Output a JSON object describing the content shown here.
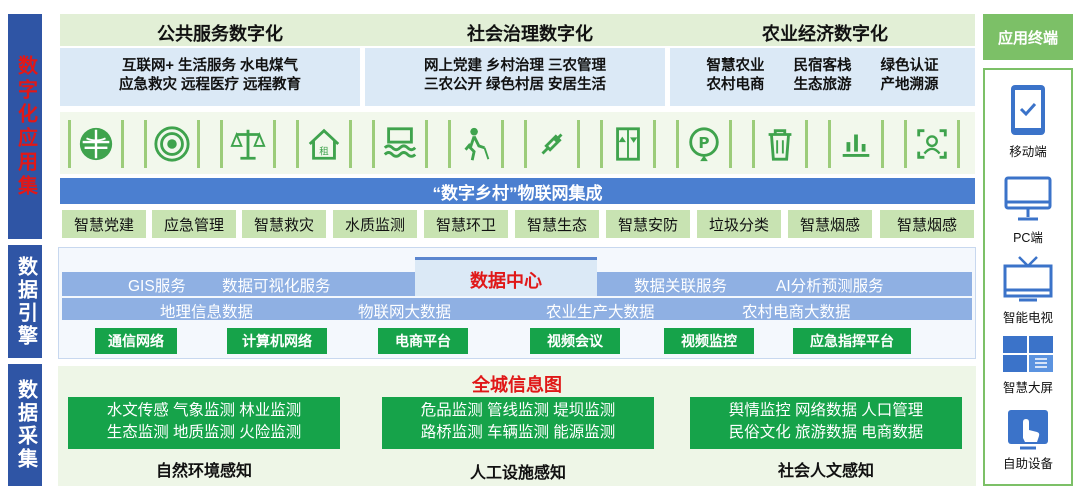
{
  "side_labels": {
    "app": "数字化应用集",
    "engine": "数据引擎",
    "collect": "数据采集"
  },
  "top": {
    "categories": [
      {
        "title": "公共服务数字化",
        "line1": "互联网+ 生活服务 水电煤气",
        "line2": "应急救灾 远程医疗 远程教育"
      },
      {
        "title": "社会治理数字化",
        "line1": "网上党建 乡村治理 三农管理",
        "line2": "三农公开 绿色村居 安居生活"
      },
      {
        "title": "农业经济数字化",
        "line1": "智慧农业　　民宿客栈　　绿色认证",
        "line2": "农村电商　　生态旅游　　产地溯源"
      }
    ]
  },
  "icons": [
    "globe-icon",
    "target-icon",
    "scale-icon",
    "house-rent-icon",
    "water-level-icon",
    "walker-icon",
    "plug-icon",
    "elevator-icon",
    "parking-icon",
    "trash-icon",
    "chart-icon",
    "face-scan-icon"
  ],
  "iot_bar": "“数字乡村”物联网集成",
  "tags": [
    "智慧党建",
    "应急管理",
    "智慧救灾",
    "水质监测",
    "智慧环卫",
    "智慧生态",
    "智慧安防",
    "垃圾分类",
    "智慧烟感",
    "智慧烟感"
  ],
  "engine": {
    "center_title": "数据中心",
    "row1": [
      "GIS服务",
      "数据可视化服务",
      "数据关联服务",
      "AI分析预测服务"
    ],
    "row2": [
      "地理信息数据",
      "物联网大数据",
      "农业生产大数据",
      "农村电商大数据"
    ],
    "row3": [
      "通信网络",
      "计算机网络",
      "电商平台",
      "视频会议",
      "视频监控",
      "应急指挥平台"
    ]
  },
  "collect": {
    "title": "全城信息图",
    "blocks": [
      {
        "line1": "水文传感 气象监测 林业监测",
        "line2": "生态监测 地质监测 火险监测",
        "label": "自然环境感知"
      },
      {
        "line1": "危品监测 管线监测 堤坝监测",
        "line2": "路桥监测 车辆监测 能源监测",
        "label": "人工设施感知"
      },
      {
        "line1": "舆情监控 网络数据 人口管理",
        "line2": "民俗文化 旅游数据 电商数据",
        "label": "社会人文感知"
      }
    ]
  },
  "terminal": {
    "title": "应用终端",
    "items": [
      {
        "label": "移动端",
        "icon": "tablet-icon"
      },
      {
        "label": "PC端",
        "icon": "monitor-icon"
      },
      {
        "label": "智能电视",
        "icon": "tv-icon"
      },
      {
        "label": "智慧大屏",
        "icon": "big-screen-icon"
      },
      {
        "label": "自助设备",
        "icon": "kiosk-icon"
      }
    ]
  },
  "colors": {
    "side_blue": "#2f55a5",
    "red": "#e01818",
    "green": "#16a34a",
    "light_green": "#c8e3b2",
    "bar_blue": "#4b7fd0",
    "terminal_green": "#7cc067"
  }
}
